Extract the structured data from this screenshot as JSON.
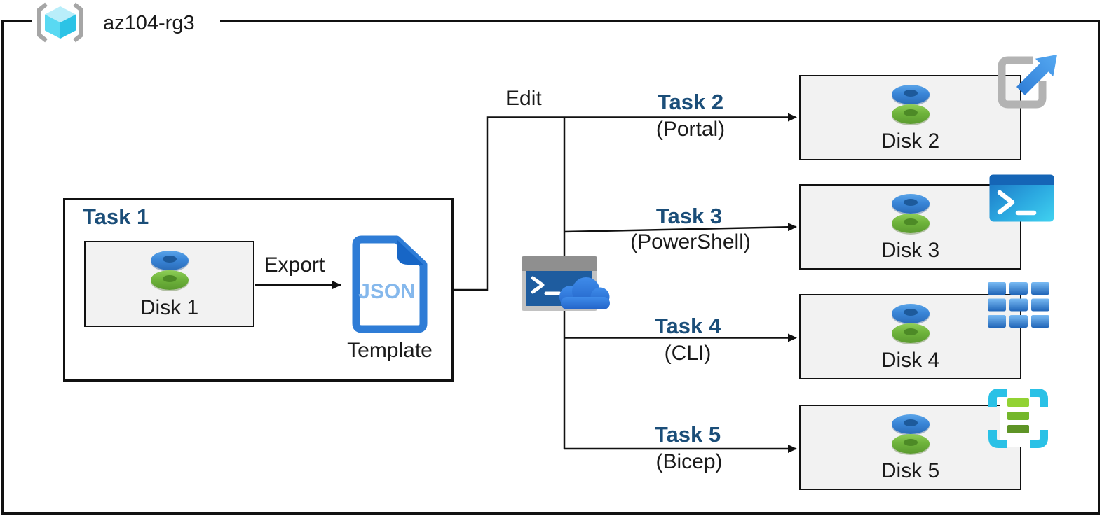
{
  "resource_group": {
    "label": "az104-rg3"
  },
  "task1": {
    "title": "Task 1",
    "disk": "Disk 1",
    "export_label": "Export",
    "file_type": "JSON",
    "template_label": "Template"
  },
  "edit_label": "Edit",
  "branches": [
    {
      "task": "Task 2",
      "method": "(Portal)",
      "disk": "Disk 2"
    },
    {
      "task": "Task 3",
      "method": "(PowerShell)",
      "disk": "Disk 3"
    },
    {
      "task": "Task 4",
      "method": "(CLI)",
      "disk": "Disk 4"
    },
    {
      "task": "Task 5",
      "method": "(Bicep)",
      "disk": "Disk 5"
    }
  ],
  "icons": {
    "resource_group": "resource-group-icon",
    "disk": "managed-disk-icon",
    "json_template": "json-file-icon",
    "cloud_shell": "cloud-shell-icon",
    "portal": "portal-launch-icon",
    "powershell": "powershell-icon",
    "cli": "cli-grid-icon",
    "bicep": "bicep-icon"
  },
  "colors": {
    "task_label": "#1b4e79",
    "line": "#111111",
    "disk_box_fill": "#f2f2f2",
    "azure_blue": "#2e7cd6",
    "cyan": "#2ac1e6",
    "disk_green": "#6db33a"
  }
}
